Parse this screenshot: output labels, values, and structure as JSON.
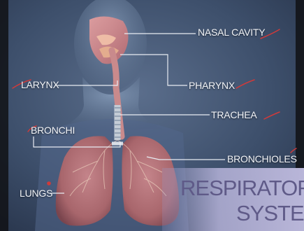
{
  "labels": {
    "nasal_cavity": "NASAL CAVITY",
    "larynx": "LARYNX",
    "pharynx": "PHARYNX",
    "trachea": "TRACHEA",
    "bronchi": "BRONCHI",
    "bronchioles": "BRONCHIOLES",
    "lungs": "LUNGS"
  },
  "title": {
    "line1": "RESPIRATORY",
    "line2": "SYSTEM"
  },
  "colors": {
    "background": "#3d4f6b",
    "label_text": "#f2f4f8",
    "leader_line": "#e8ecf2",
    "scribble_mark": "#d03a3a",
    "title_text": "#5f5a88",
    "banner": "#b9b6d9",
    "lung_tissue": "#a8666c"
  }
}
